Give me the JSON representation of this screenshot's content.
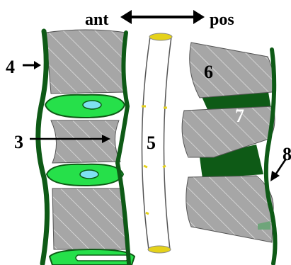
{
  "header": {
    "left_label": "ant",
    "right_label": "pos"
  },
  "labels": {
    "anterior_ligament": "4",
    "posterior_ligament": "3",
    "spinal_cord": "5",
    "facet_joint": "6",
    "ligamentum_flavum": "7",
    "interspinous_ligament": "8"
  },
  "colors": {
    "bone": "#a6a6a6",
    "ligament_dark": "#0e5a16",
    "disc": "#26e04a",
    "nucleus": "#7fe0f2",
    "cord": "#ffffff",
    "cord_marks": "#e5d21a"
  }
}
